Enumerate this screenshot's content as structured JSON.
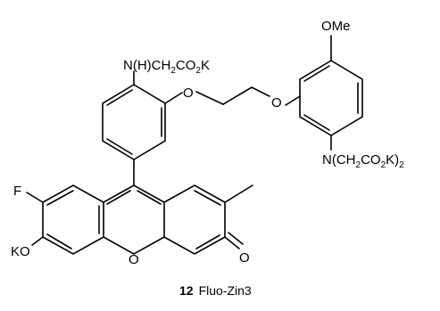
{
  "compound": {
    "number": "12",
    "name": "Fluo-Zin3"
  },
  "labels": {
    "ome": "OMe",
    "amine_n": "N",
    "amine_rest": "(H)CH",
    "amine_sub2": "2",
    "amine_co": "CO",
    "amine_k": "K",
    "ether_o_left": "O",
    "ether_o_right": "O",
    "bis_n": "N",
    "bis_open": "(CH",
    "bis_co": "CO",
    "bis_k": "K)",
    "bis_sub2": "2",
    "fluoro": "F",
    "ko": "KO",
    "ring_o": "O",
    "keto_o": "O"
  },
  "colors": {
    "ink": "#000000",
    "background": "#ffffff"
  }
}
